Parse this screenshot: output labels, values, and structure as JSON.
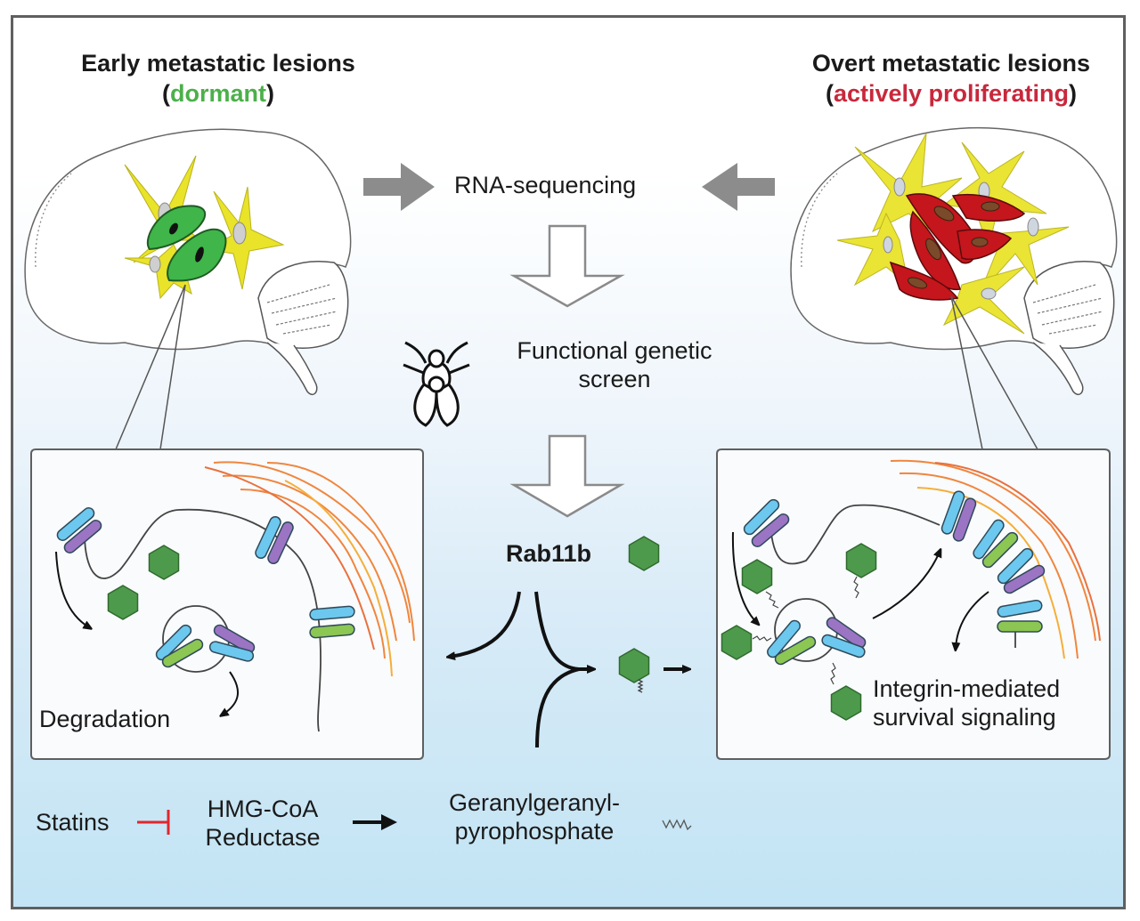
{
  "titles": {
    "left": {
      "line1": "Early metastatic lesions",
      "paren_open": "(",
      "state": "dormant",
      "paren_close": ")",
      "state_color": "#4cb04a"
    },
    "right": {
      "line1": "Overt metastatic lesions",
      "paren_open": "(",
      "state": "actively proliferating",
      "paren_close": ")",
      "state_color": "#c8283c"
    }
  },
  "workflow": {
    "step1": "RNA-sequencing",
    "step2_line1": "Functional genetic",
    "step2_line2": "screen",
    "hit": "Rab11b"
  },
  "left_panel": {
    "outcome": "Degradation"
  },
  "right_panel": {
    "outcome_line1": "Integrin-mediated",
    "outcome_line2": "survival signaling"
  },
  "pathway": {
    "inhibitor": "Statins",
    "enzyme_line1": "HMG-CoA",
    "enzyme_line2": "Reductase",
    "product_line1": "Geranylgeranyl-",
    "product_line2": "pyrophosphate",
    "inhibit_color": "#e0262e"
  },
  "colors": {
    "rab_hexagon": "#4e9a4c",
    "dormant_cell": "#3fb54a",
    "proliferating_cell": "#c4161c",
    "astrocyte": "#e9e32a",
    "integrin_blue": "#6cc8ee",
    "integrin_purple": "#9b74c4",
    "integrin_green": "#8cc653",
    "ecm_fiber": "#f07a2a",
    "gray_arrow": "#8c8c8c"
  }
}
